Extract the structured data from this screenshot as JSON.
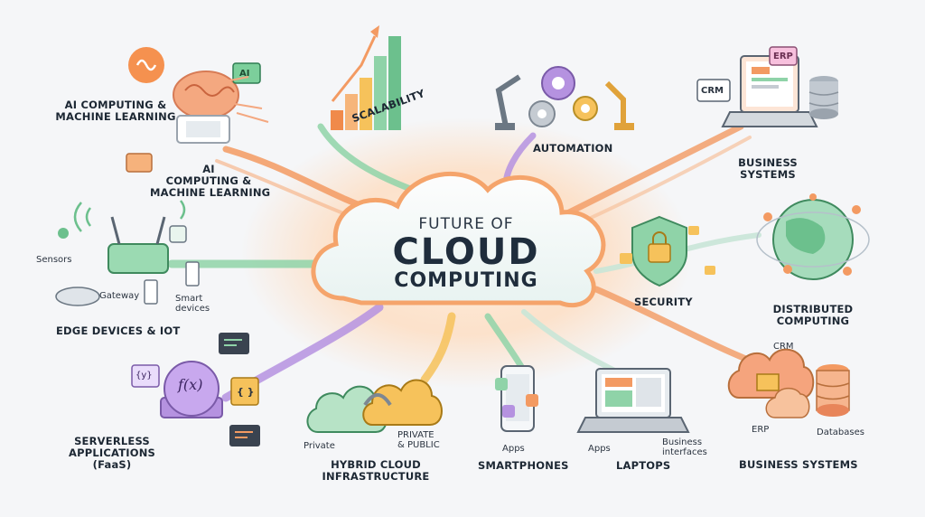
{
  "center": {
    "line1": "Future of",
    "line2": "Cloud",
    "line3": "Computing"
  },
  "nodes": {
    "ai_top": {
      "line1": "AI Computing &",
      "line2": "Machine Learning",
      "icon": "ai-chip-icon"
    },
    "ai_chip": {
      "text": "AI"
    },
    "ai_bottom": {
      "line1": "AI",
      "line2": "Computing &",
      "line3": "Machine Learning"
    },
    "scalability": {
      "label": "Scalability",
      "icon": "bar-chart-icon"
    },
    "automation": {
      "label": "Automation",
      "icon": "gears-robot-icon"
    },
    "business_top": {
      "line1": "Business",
      "line2": "Systems",
      "crm": "CRM",
      "erp": "ERP",
      "icon": "laptop-database-icon"
    },
    "edge": {
      "label": "Edge Devices & IoT",
      "sensors": "Sensors",
      "gateway": "Gateway",
      "smart_line1": "Smart",
      "smart_line2": "devices",
      "icon": "router-icon"
    },
    "security": {
      "label": "Security",
      "icon": "shield-lock-icon"
    },
    "distributed": {
      "line1": "Distributed",
      "line2": "Computing",
      "icon": "globe-network-icon"
    },
    "serverless": {
      "line1": "Serverless",
      "line2": "Applications",
      "line3": "(FaaS)",
      "fx": "f(x)",
      "braces": "{y}",
      "bracket": "{ }",
      "icon": "function-icon"
    },
    "hybrid": {
      "line1": "Hybrid Cloud",
      "line2": "Infrastructure",
      "private": "Private",
      "pp_line1": "Private",
      "pp_line2": "& Public",
      "icon": "hybrid-cloud-icon"
    },
    "smartphones": {
      "label": "Smartphones",
      "apps": "Apps",
      "icon": "smartphone-icon"
    },
    "laptops": {
      "label": "Laptops",
      "apps": "Apps",
      "bi_line1": "Business",
      "bi_line2": "interfaces",
      "icon": "laptop-icon"
    },
    "business_bottom": {
      "label": "Business Systems",
      "crm": "CRM",
      "erp": "ERP",
      "databases": "Databases",
      "icon": "cloud-database-icon"
    }
  },
  "colors": {
    "orange": "#f39a62",
    "green": "#8fd3a8",
    "purple": "#b592e0",
    "yellow": "#f6c25b",
    "cloud_glow": "#ffb37a"
  }
}
